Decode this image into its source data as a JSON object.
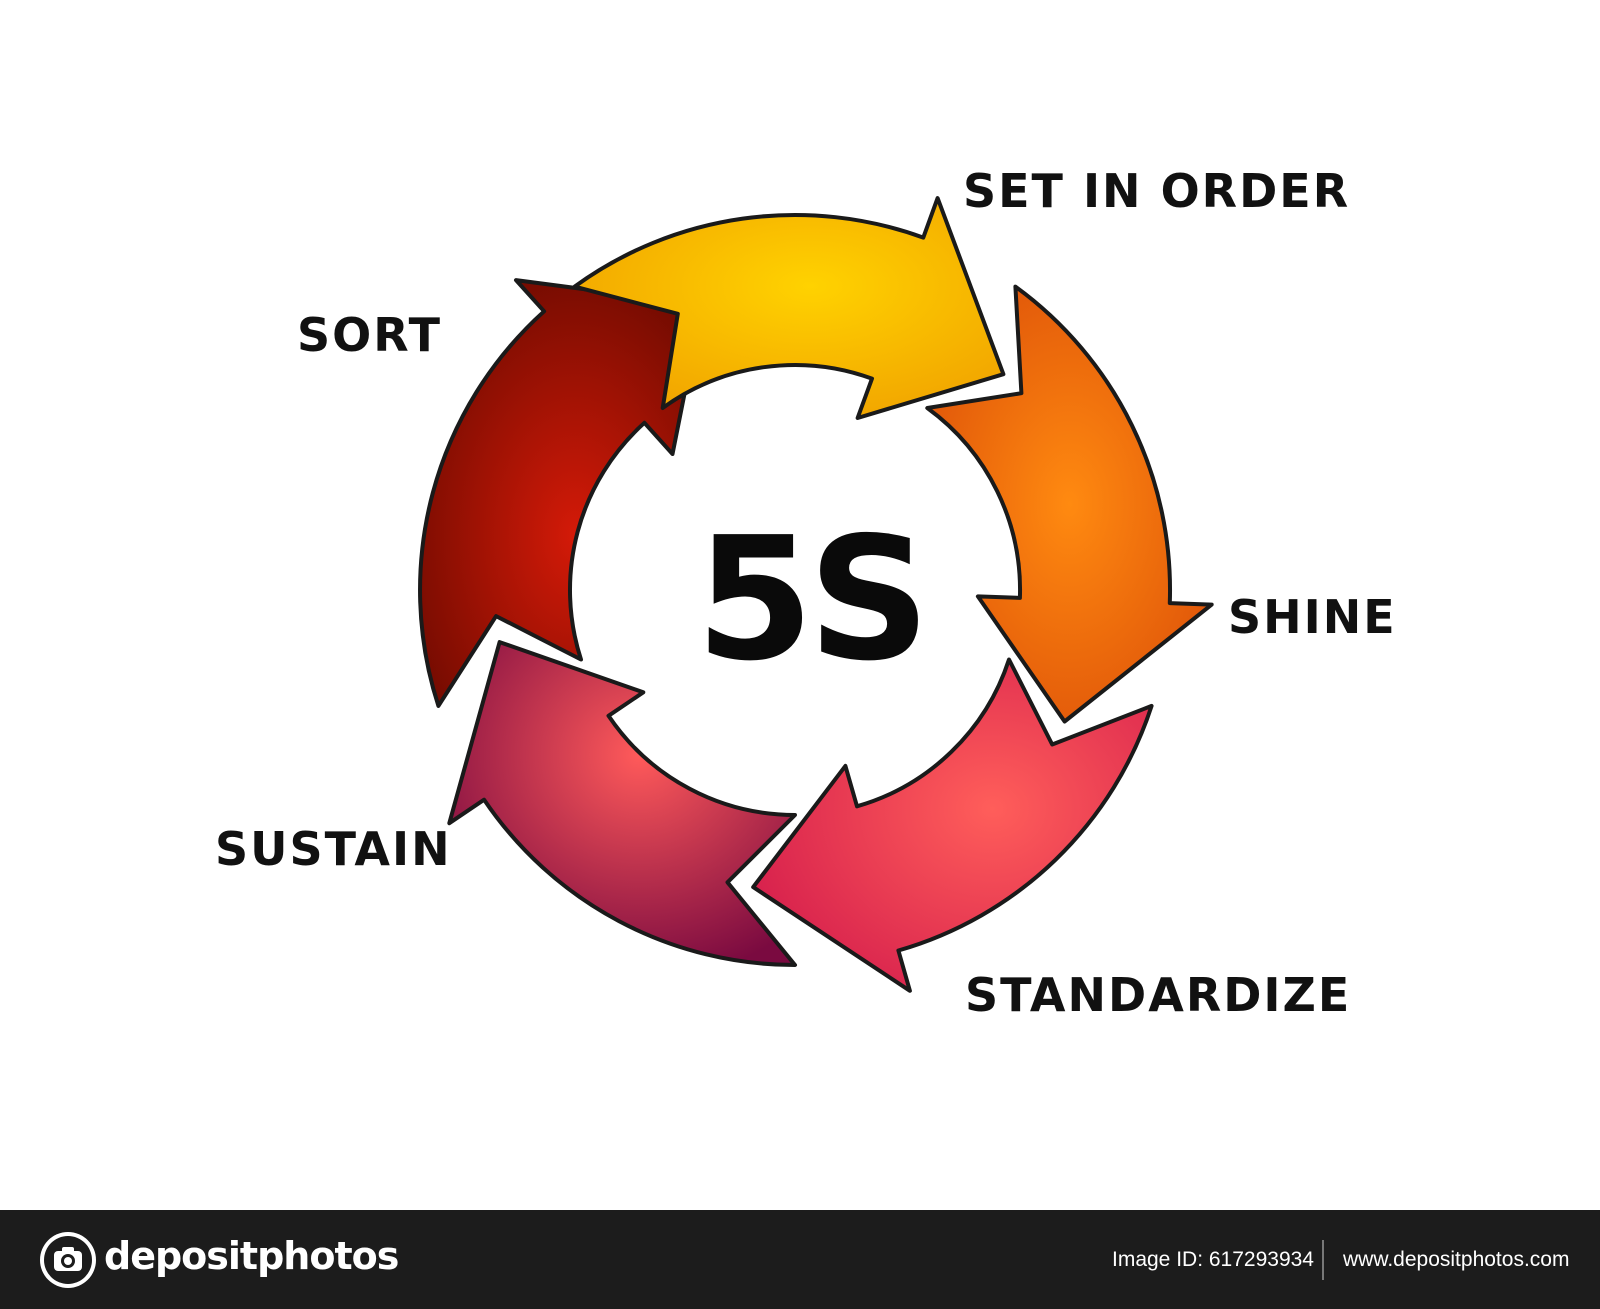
{
  "diagram": {
    "center_title": "5S",
    "labels": {
      "set_in_order": "SET IN ORDER",
      "sort": "SORT",
      "shine": "SHINE",
      "sustain": "SUSTAIN",
      "standardize": "STANDARDIZE"
    },
    "colors": {
      "sort": [
        "#ffd200",
        "#f0a000"
      ],
      "set_in_order": [
        "#ff8a10",
        "#d94a08"
      ],
      "shine": [
        "#ff5e5a",
        "#d41c4c"
      ],
      "standardize": [
        "#ff5a5a",
        "#7a0a40"
      ],
      "sustain": [
        "#d41a08",
        "#6a0a00"
      ],
      "outline": "#1a1a1a"
    }
  },
  "footer": {
    "brand": "depositphotos",
    "image_id": "Image ID: 617293934",
    "site": "www.depositphotos.com",
    "logo_icon": "camera-icon"
  }
}
